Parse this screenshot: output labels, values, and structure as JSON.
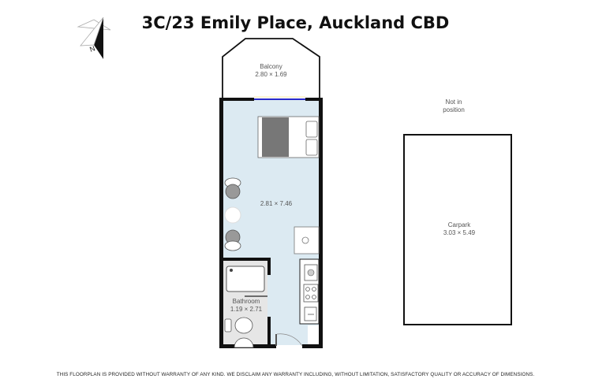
{
  "title": "3C/23 Emily Place, Auckland CBD",
  "compass": {
    "label": "N",
    "icon": "north-arrow-icon"
  },
  "rooms": {
    "balcony": {
      "name": "Balcony",
      "dims": "2.80 × 1.69"
    },
    "main": {
      "name": "",
      "dims": "2.81 × 7.46",
      "color": "#dceaf2"
    },
    "bathroom": {
      "name": "Bathroom",
      "dims": "1.19 × 2.71",
      "color": "#e4e4e4"
    },
    "carpark": {
      "name": "Carpark",
      "dims": "3.03 × 5.49",
      "note": "Not in\nposition"
    }
  },
  "notes": {
    "carpark_line1": "Not in",
    "carpark_line2": "position"
  },
  "disclaimer": "THIS FLOORPLAN IS PROVIDED WITHOUT WARRANTY OF ANY KIND. WE DISCLAIM ANY WARRANTY INCLUDING, WITHOUT LIMITATION, SATISFACTORY QUALITY OR ACCURACY OF DIMENSIONS.",
  "colors": {
    "wall": "#111111",
    "window": "#2a2acc",
    "bed_cover": "#777777",
    "room_fill": "#dceaf2"
  }
}
